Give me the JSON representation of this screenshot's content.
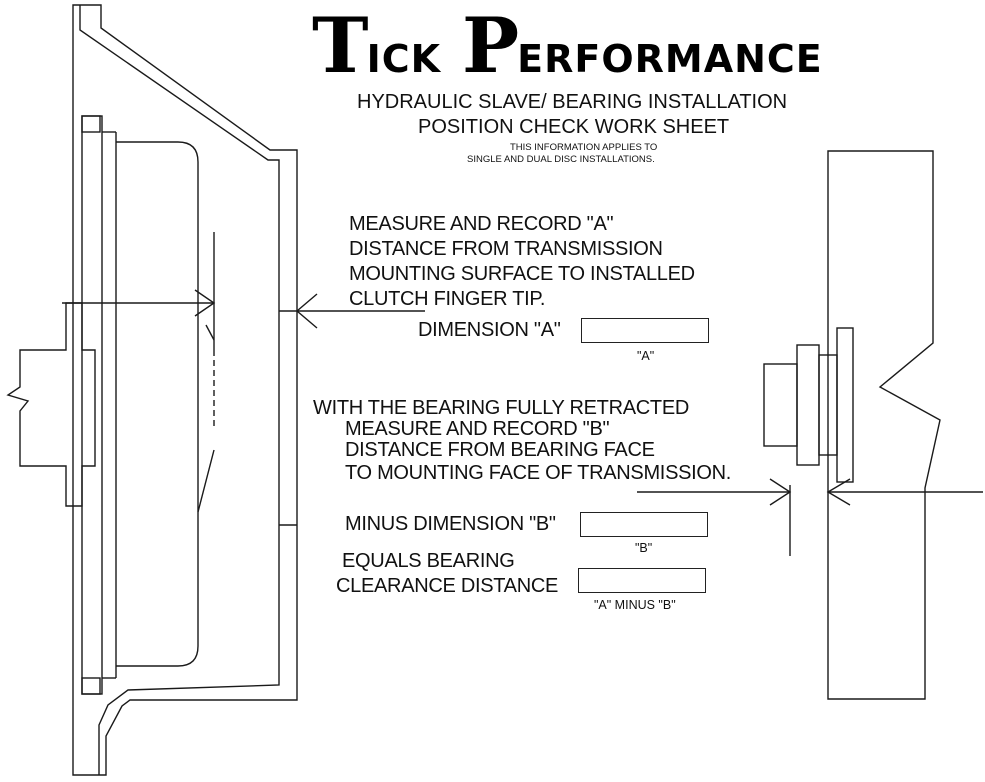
{
  "logo": {
    "word1_initial": "T",
    "word1_rest": "ICK",
    "word2_initial": "P",
    "word2_rest": "ERFORMANCE",
    "full": "Tick Performance"
  },
  "title": {
    "line1": "HYDRAULIC SLAVE/ BEARING INSTALLATION",
    "line2": "POSITION CHECK WORK SHEET"
  },
  "note": {
    "line1": "THIS INFORMATION APPLIES TO",
    "line2": "SINGLE AND DUAL DISC INSTALLATIONS."
  },
  "step_a": {
    "line1": "MEASURE AND RECORD  \"A\"",
    "line2": "DISTANCE FROM TRANSMISSION",
    "line3": "MOUNTING SURFACE TO INSTALLED",
    "line4": "CLUTCH FINGER TIP.",
    "dimension_label": "DIMENSION \"A\"",
    "box_caption": "\"A\"",
    "box_value": ""
  },
  "step_b": {
    "line1": "WITH THE BEARING FULLY RETRACTED",
    "line2": "MEASURE AND RECORD  \"B\"",
    "line3": "DISTANCE FROM BEARING FACE",
    "line4": "TO MOUNTING FACE OF TRANSMISSION.",
    "dimension_label": "MINUS DIMENSION \"B\"",
    "box_caption": "\"B\"",
    "box_value": ""
  },
  "result": {
    "line1": "EQUALS BEARING",
    "line2": "CLEARANCE DISTANCE",
    "box_caption": "\"A\" MINUS \"B\"",
    "box_value": ""
  },
  "colors": {
    "ink": "#111111",
    "background": "#ffffff"
  }
}
